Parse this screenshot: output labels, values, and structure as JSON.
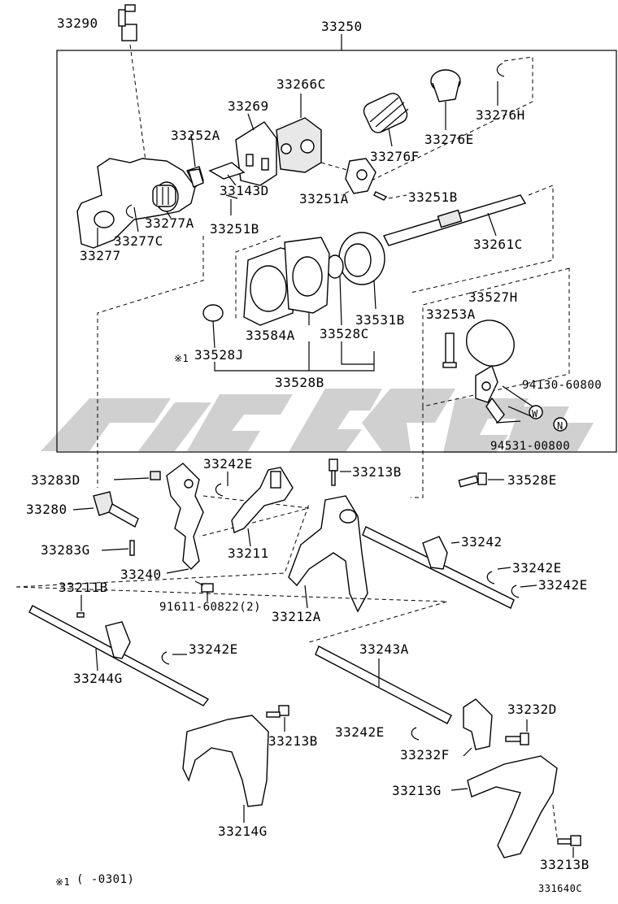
{
  "labels": {
    "p33290": "33290",
    "p33250": "33250",
    "p33266c": "33266C",
    "p33269": "33269",
    "p33276h": "33276H",
    "p33252a": "33252A",
    "p33276e": "33276E",
    "p33276f": "33276F",
    "p33143d": "33143D",
    "p33251a": "33251A",
    "p33251b_1": "33251B",
    "p33277a": "33277A",
    "p33277c": "33277C",
    "p33251b_2": "33251B",
    "p33261c": "33261C",
    "p33277": "33277",
    "p33527h": "33527H",
    "p33253a": "33253A",
    "p33531b": "33531B",
    "p33584a": "33584A",
    "p33528c": "33528C",
    "p33528j": "33528J",
    "p33528j_mark": "※1",
    "p33528b": "33528B",
    "p94130": "94130-60800",
    "p94531": "94531-00800",
    "p33283d": "33283D",
    "p33242e_1": "33242E",
    "p33213b_1": "33213B",
    "p33528e": "33528E",
    "p33280": "33280",
    "p33242": "33242",
    "p33211": "33211",
    "p33283g": "33283G",
    "p33242e_2": "33242E",
    "p33240": "33240",
    "p33242e_3": "33242E",
    "p33211b": "33211B",
    "p91611": "91611-60822(2)",
    "p33212a": "33212A",
    "p33243a": "33243A",
    "p33242e_4": "33242E",
    "p33244g": "33244G",
    "p33232d": "33232D",
    "p33242e_5": "33242E",
    "p33213b_2": "33213B",
    "p33232f": "33232F",
    "p33213g": "33213G",
    "p33214g": "33214G",
    "p33213b_3": "33213B"
  },
  "badges": {
    "w": "W",
    "n": "N"
  },
  "footnote": {
    "mark": "※1",
    "text": "(     -0301)"
  },
  "figure_id": "331640C",
  "watermark_color": "#c8c8c8"
}
